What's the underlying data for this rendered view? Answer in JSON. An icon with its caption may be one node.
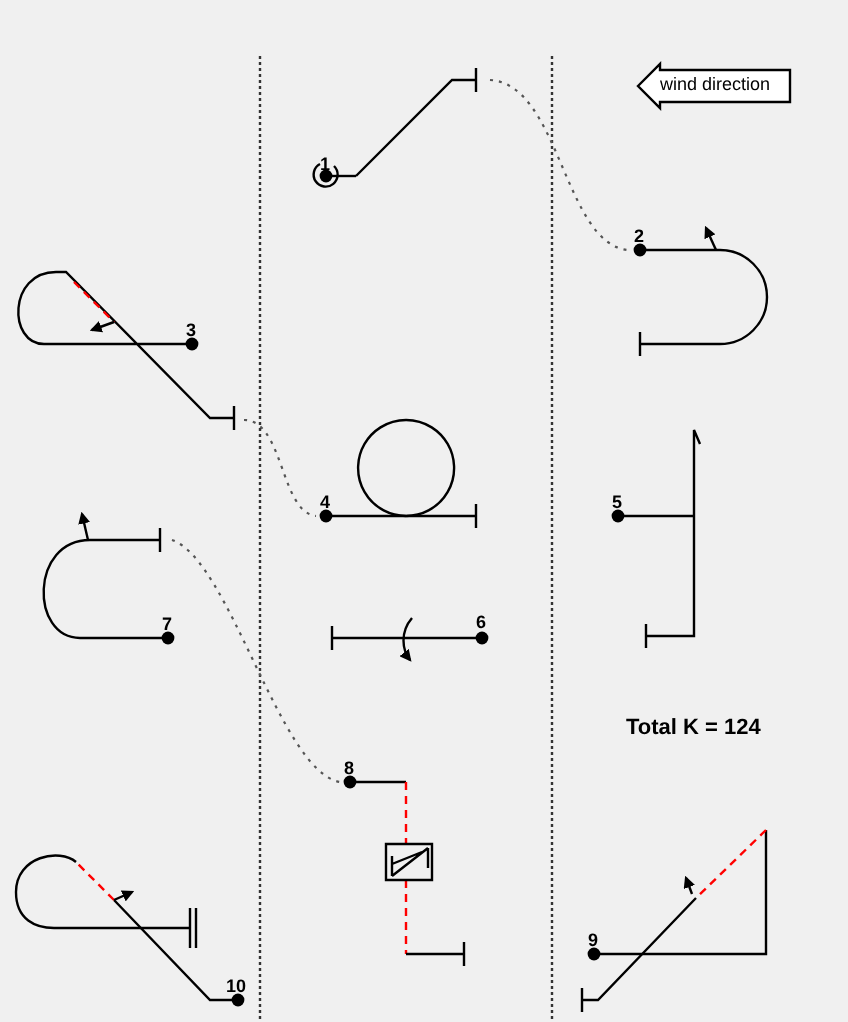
{
  "diagram": {
    "nodes": [
      {
        "text": [
          "wind direction"
        ]
      },
      {
        "text": [
          "1"
        ]
      },
      {
        "text": [
          "2"
        ]
      },
      {
        "text": [
          "3"
        ]
      },
      {
        "text": [
          "4"
        ]
      },
      {
        "text": [
          "5"
        ]
      },
      {
        "text": [
          "6"
        ]
      },
      {
        "text": [
          "7"
        ]
      },
      {
        "text": [
          "8"
        ]
      },
      {
        "text": [
          "9"
        ]
      },
      {
        "text": [
          "10"
        ]
      }
    ],
    "edges": [
      {
        "from": 1,
        "to": 2,
        "arrow": "none",
        "style": "dashed"
      },
      {
        "from": 3,
        "to": 4,
        "arrow": "none",
        "style": "dashed"
      },
      {
        "from": 7,
        "to": 8,
        "arrow": "none",
        "style": "dashed"
      }
    ],
    "labels": [
      "Total K = 124"
    ]
  }
}
